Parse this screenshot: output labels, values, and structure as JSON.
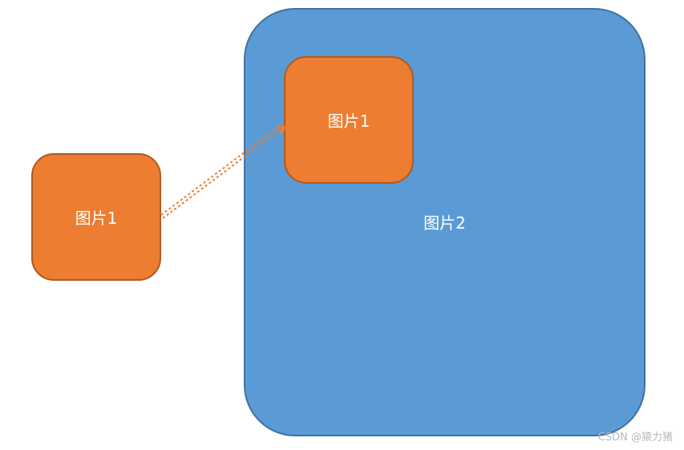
{
  "diagram": {
    "outer_box": {
      "label": "图片2"
    },
    "left_box": {
      "label": "图片1"
    },
    "inner_box": {
      "label": "图片1"
    },
    "watermark": "CSDN @猿力猪"
  },
  "colors": {
    "outer_fill": "#5b9bd5",
    "outer_border": "#41719c",
    "box_fill": "#ed7d31",
    "box_border": "#ae5a21",
    "arrow": "#ed7d31",
    "label_text": "#ffffff",
    "watermark_text": "#b8b8b8"
  }
}
